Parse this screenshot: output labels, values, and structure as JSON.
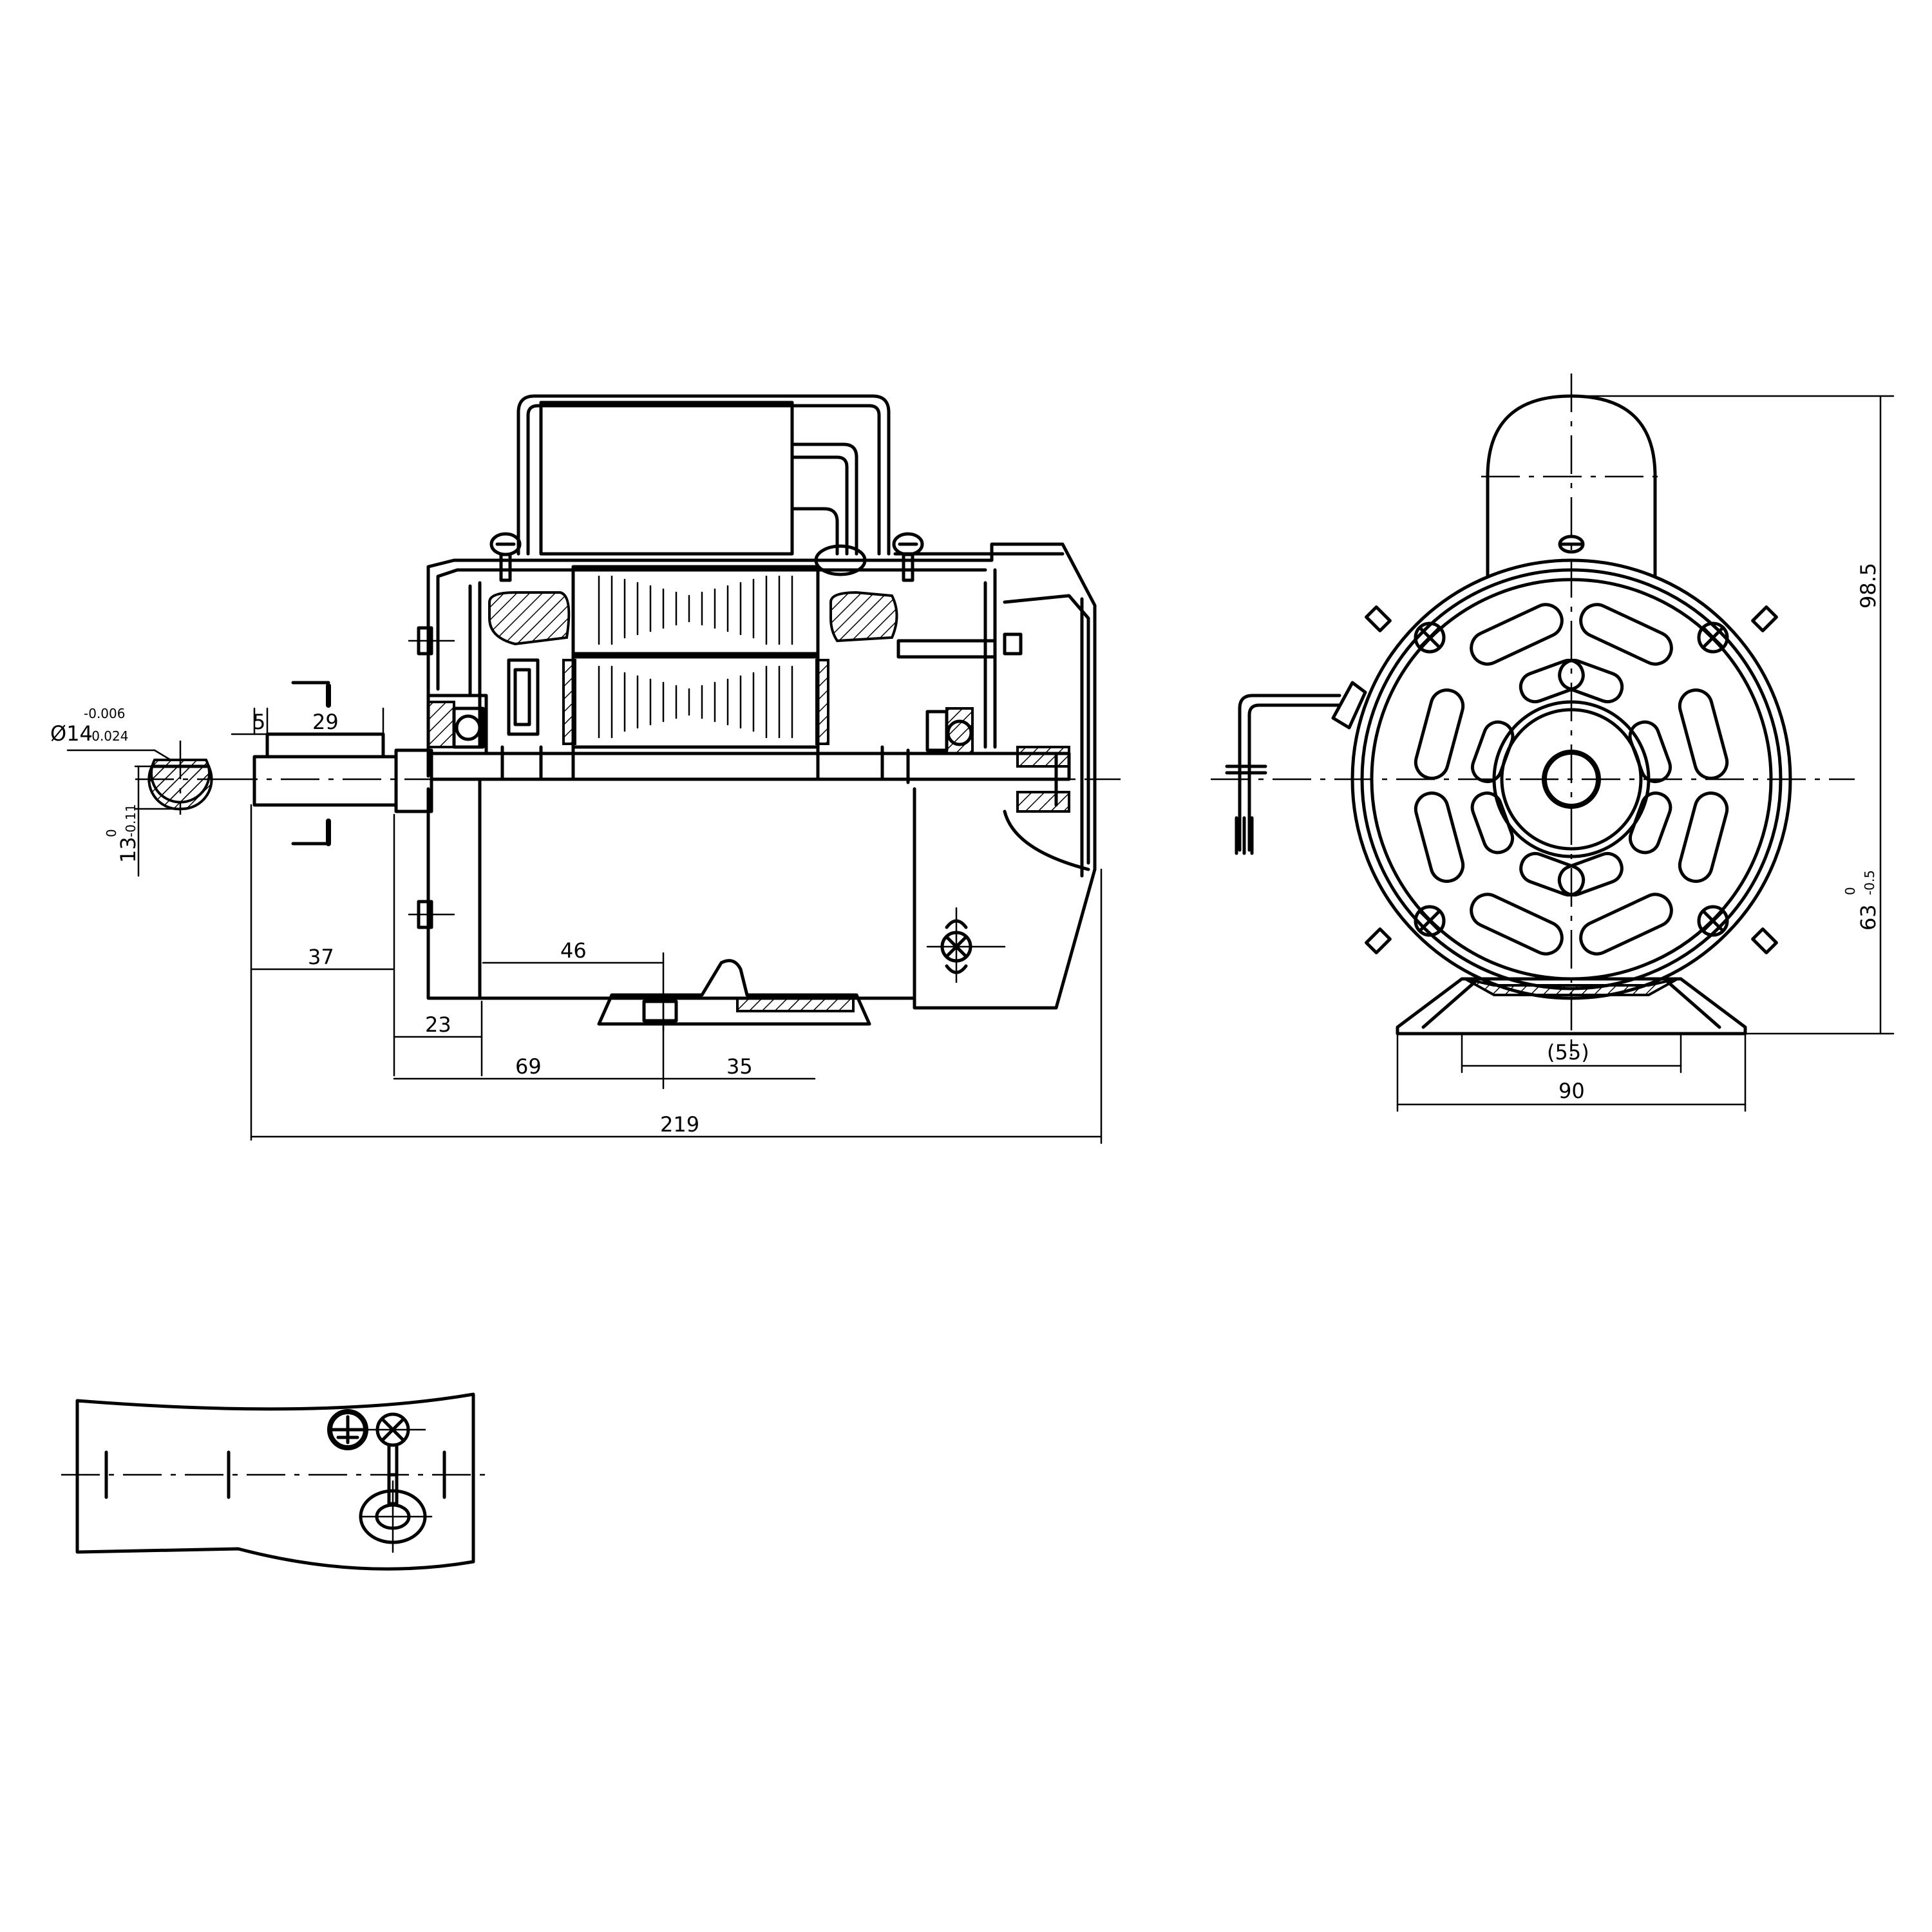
{
  "side_view": {
    "dims": {
      "d5": "5",
      "d29": "29",
      "d37": "37",
      "d23": "23",
      "d46": "46",
      "d69": "69",
      "d35": "35",
      "d219": "219"
    },
    "shaft_dia": {
      "main": "Ø14",
      "tol_upper": "-0.006",
      "tol_lower": "-0.024"
    },
    "key_height": {
      "main": "13",
      "tol_upper": "0",
      "tol_lower": "-0.11"
    }
  },
  "front_view": {
    "dims": {
      "d98_5": "98.5",
      "d55": "(55)",
      "d90": "90"
    },
    "center_height": {
      "main": "63",
      "tol_upper": "0",
      "tol_lower": "-0.5"
    }
  }
}
